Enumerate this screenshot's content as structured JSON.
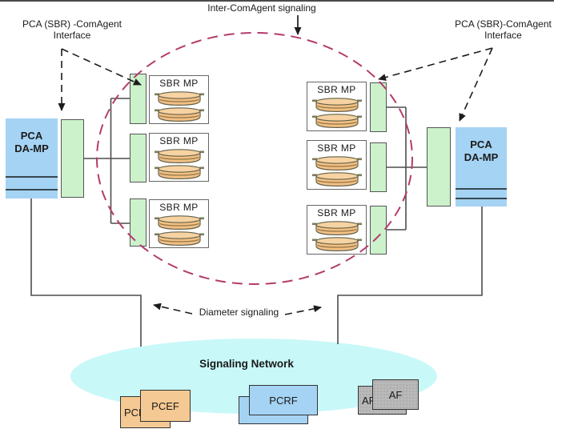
{
  "labels": {
    "inter_comagent_signaling": "Inter-ComAgent signaling",
    "left_interface_line1": "PCA (SBR) -ComAgent",
    "left_interface_line2": "Interface",
    "right_interface_line1": "PCA (SBR)-ComAgent",
    "right_interface_line2": "Interface",
    "diameter_signaling": "Diameter signaling",
    "signaling_network": "Signaling Network"
  },
  "nodes": {
    "pca_damp_line1": "PCA",
    "pca_damp_line2": "DA-MP",
    "sbr_mp": "SBR MP",
    "pcef": "PCEF",
    "pcrf": "PCRF",
    "af": "AF"
  },
  "colors": {
    "da_mp_blue": "#a5d3f4",
    "comagent_green": "#ccf2cb",
    "disk_orange": "#f2c085",
    "disk_orange_top": "#f7d2a2",
    "pcef_orange": "#f5c993",
    "pcrf_blue": "#a5d3f4",
    "af_gray": "#b9b9b9",
    "signaling_cyan": "#c9f8f8",
    "comagent_ring_pink": "#b53b6c",
    "line_gray": "#4d4d4d"
  }
}
